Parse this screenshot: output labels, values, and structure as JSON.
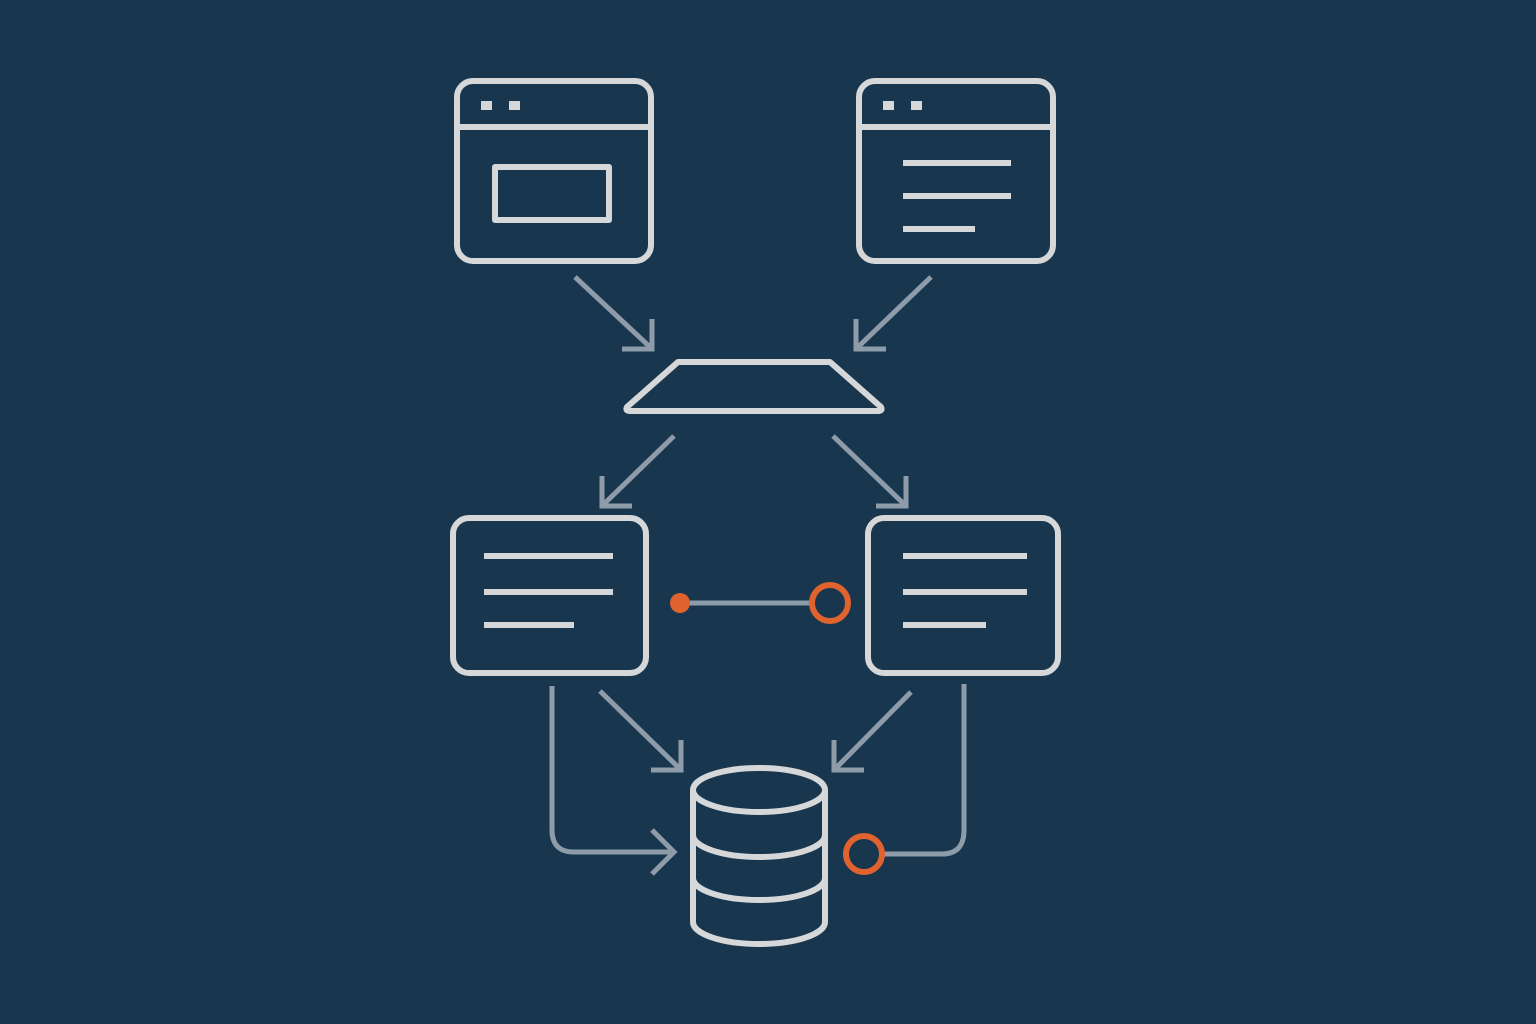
{
  "diagram": {
    "nodes": [
      {
        "id": "client-window-left",
        "kind": "browser-window",
        "icon": "browser-window-icon",
        "content": "content-box"
      },
      {
        "id": "client-window-right",
        "kind": "browser-window",
        "icon": "browser-window-icon",
        "content": "text-lines"
      },
      {
        "id": "gateway",
        "kind": "trapezoid",
        "icon": "gateway-icon"
      },
      {
        "id": "service-left",
        "kind": "document-card",
        "icon": "document-icon"
      },
      {
        "id": "service-right",
        "kind": "document-card",
        "icon": "document-icon"
      },
      {
        "id": "database",
        "kind": "cylinder",
        "icon": "database-icon"
      }
    ],
    "edges": [
      {
        "from": "client-window-left",
        "to": "gateway",
        "style": "arrow"
      },
      {
        "from": "client-window-right",
        "to": "gateway",
        "style": "arrow"
      },
      {
        "from": "gateway",
        "to": "service-left",
        "style": "arrow"
      },
      {
        "from": "gateway",
        "to": "service-right",
        "style": "arrow"
      },
      {
        "from": "service-left",
        "to": "service-right",
        "style": "connector",
        "ends": [
          "dot",
          "ring"
        ]
      },
      {
        "from": "service-left",
        "to": "database",
        "style": "arrow"
      },
      {
        "from": "service-left",
        "to": "database",
        "style": "elbow-arrow"
      },
      {
        "from": "service-right",
        "to": "database",
        "style": "arrow"
      },
      {
        "from": "service-right",
        "to": "database",
        "style": "elbow-connector",
        "ends": [
          "ring"
        ]
      }
    ]
  },
  "colors": {
    "background": "#19364f",
    "node_stroke": "#d5d7d9",
    "edge_stroke": "#8d9ca8",
    "accent": "#e0622e"
  }
}
